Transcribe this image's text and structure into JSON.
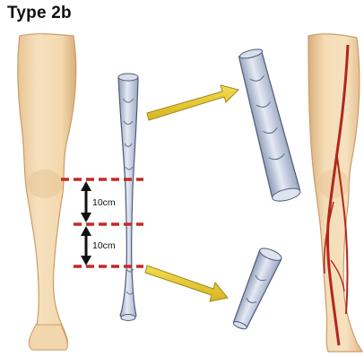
{
  "title": "Type 2b",
  "measurements": [
    {
      "label": "10cm"
    },
    {
      "label": "10cm"
    }
  ],
  "colors": {
    "skin": "#F2D7AE",
    "skin_shadow": "#DDB684",
    "vein": "#C9D3E4",
    "vein_outline": "#4E5B78",
    "dashed_marker": "#C62828",
    "arrow": "#E5C62D",
    "arrow_outline": "#9C8A1E",
    "artery_red": "#B3261E"
  }
}
